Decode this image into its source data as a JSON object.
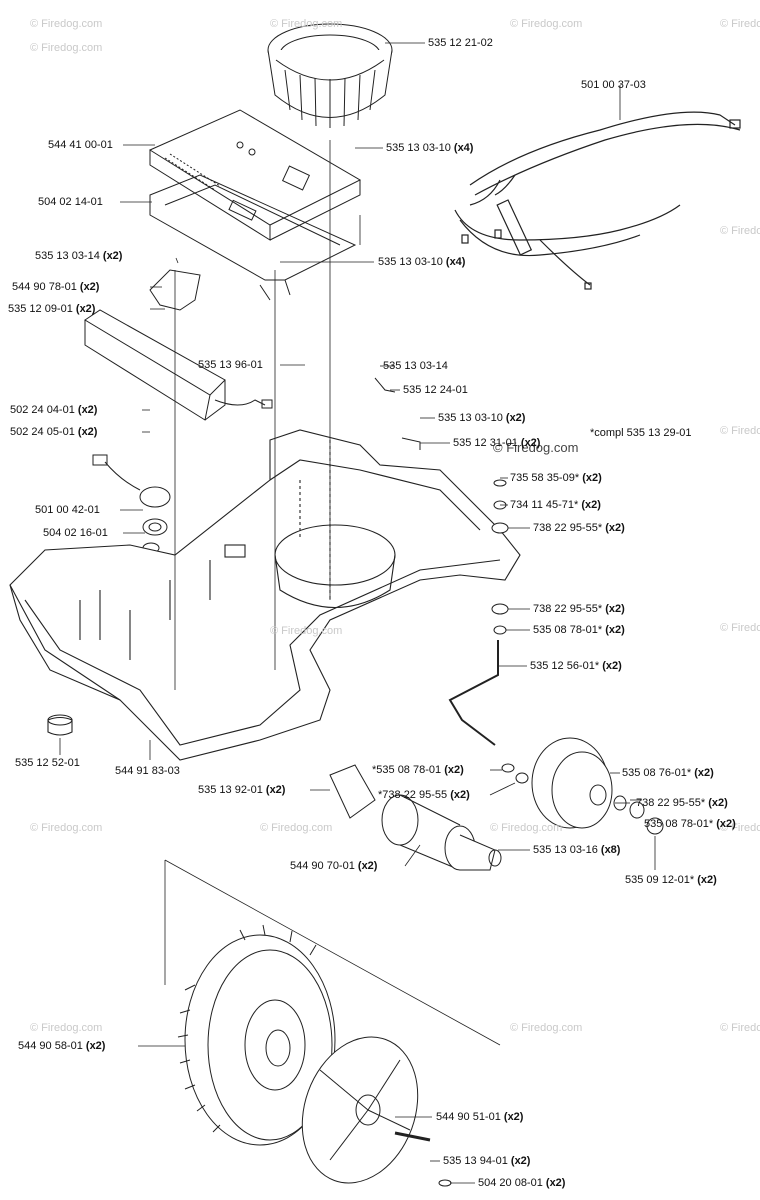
{
  "watermark": "© Firedog.com",
  "overlay_brand": "© Firedog.com",
  "note": "*compl 535 13 29-01",
  "parts": [
    {
      "num": "535 12 21-02",
      "qty": ""
    },
    {
      "num": "501 00 37-03",
      "qty": ""
    },
    {
      "num": "544 41 00-01",
      "qty": ""
    },
    {
      "num": "535 13 03-10",
      "qty": "(x4)"
    },
    {
      "num": "504 02 14-01",
      "qty": ""
    },
    {
      "num": "535 13 03-14",
      "qty": "(x2)"
    },
    {
      "num": "535 13 03-10",
      "qty": "(x4)"
    },
    {
      "num": "544 90 78-01",
      "qty": "(x2)"
    },
    {
      "num": "535 12 09-01",
      "qty": "(x2)"
    },
    {
      "num": "535 13 96-01",
      "qty": ""
    },
    {
      "num": "535 13 03-14",
      "qty": ""
    },
    {
      "num": "535 12 24-01",
      "qty": ""
    },
    {
      "num": "502 24 04-01",
      "qty": "(x2)"
    },
    {
      "num": "535 13 03-10",
      "qty": "(x2)"
    },
    {
      "num": "502 24 05-01",
      "qty": "(x2)"
    },
    {
      "num": "535 12 31-01",
      "qty": "(x2)"
    },
    {
      "num": "735 58 35-09*",
      "qty": "(x2)"
    },
    {
      "num": "734 11 45-71*",
      "qty": "(x2)"
    },
    {
      "num": "501 00 42-01",
      "qty": ""
    },
    {
      "num": "504 02 16-01",
      "qty": ""
    },
    {
      "num": "738 22 95-55*",
      "qty": "(x2)"
    },
    {
      "num": "738 22 95-55*",
      "qty": "(x2)"
    },
    {
      "num": "535 08 78-01*",
      "qty": "(x2)"
    },
    {
      "num": "535 12 56-01*",
      "qty": "(x2)"
    },
    {
      "num": "*535 08 78-01",
      "qty": "(x2)"
    },
    {
      "num": "535 08 76-01*",
      "qty": "(x2)"
    },
    {
      "num": "*738 22 95-55",
      "qty": "(x2)"
    },
    {
      "num": "738 22 95-55*",
      "qty": "(x2)"
    },
    {
      "num": "535 12 52-01",
      "qty": ""
    },
    {
      "num": "544 91 83-03",
      "qty": ""
    },
    {
      "num": "535 13 92-01",
      "qty": "(x2)"
    },
    {
      "num": "535 08 78-01*",
      "qty": "(x2)"
    },
    {
      "num": "535 13 03-16",
      "qty": "(x8)"
    },
    {
      "num": "544 90 70-01",
      "qty": "(x2)"
    },
    {
      "num": "535 09 12-01*",
      "qty": "(x2)"
    },
    {
      "num": "544 90 58-01",
      "qty": "(x2)"
    },
    {
      "num": "544 90 51-01",
      "qty": "(x2)"
    },
    {
      "num": "535 13 94-01",
      "qty": "(x2)"
    },
    {
      "num": "504 20 08-01",
      "qty": "(x2)"
    }
  ]
}
